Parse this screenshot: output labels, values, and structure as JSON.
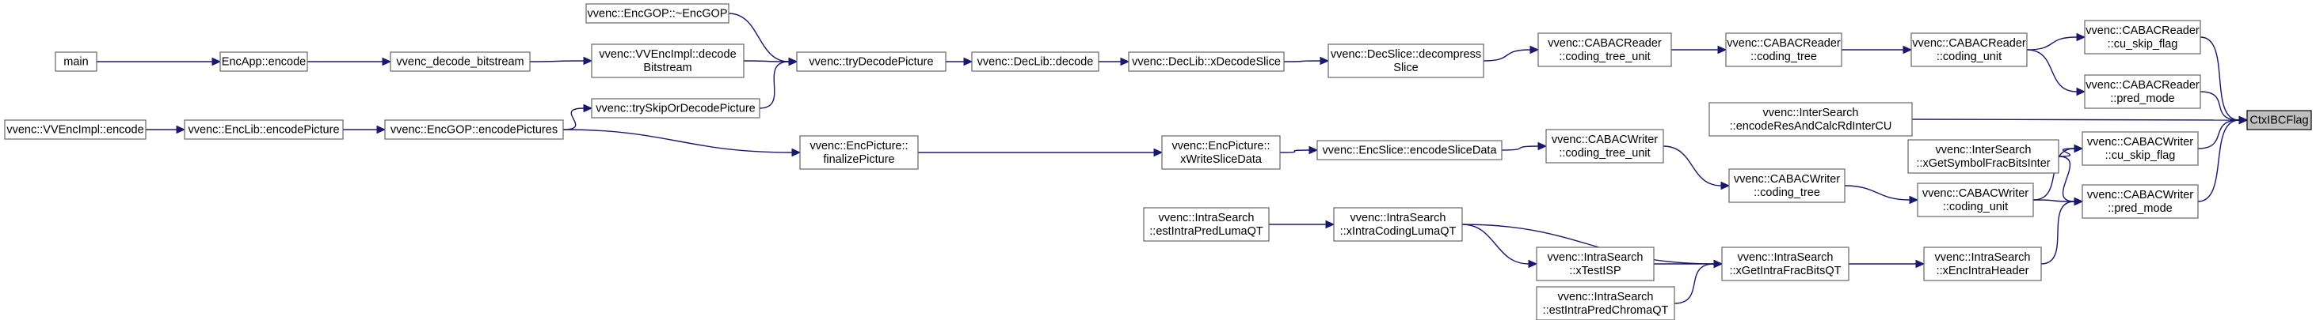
{
  "nodes": [
    {
      "id": "main",
      "lines": [
        "main"
      ]
    },
    {
      "id": "encapp",
      "lines": [
        "EncApp::encode"
      ]
    },
    {
      "id": "decbits",
      "lines": [
        "vvenc_decode_bitstream"
      ]
    },
    {
      "id": "vvenc_decbits",
      "lines": [
        "vvenc::VVEncImpl::decode",
        "Bitstream"
      ]
    },
    {
      "id": "encgop_dtor",
      "lines": [
        "vvenc::EncGOP::~EncGOP"
      ]
    },
    {
      "id": "trydecode",
      "lines": [
        "vvenc::tryDecodePicture"
      ]
    },
    {
      "id": "declib",
      "lines": [
        "vvenc::DecLib::decode"
      ]
    },
    {
      "id": "xdecslice",
      "lines": [
        "vvenc::DecLib::xDecodeSlice"
      ]
    },
    {
      "id": "decompress",
      "lines": [
        "vvenc::DecSlice::decompress",
        "Slice"
      ]
    },
    {
      "id": "rd_ctu",
      "lines": [
        "vvenc::CABACReader",
        "::coding_tree_unit"
      ]
    },
    {
      "id": "rd_ct",
      "lines": [
        "vvenc::CABACReader",
        "::coding_tree"
      ]
    },
    {
      "id": "rd_cu",
      "lines": [
        "vvenc::CABACReader",
        "::coding_unit"
      ]
    },
    {
      "id": "rd_skip",
      "lines": [
        "vvenc::CABACReader",
        "::cu_skip_flag"
      ]
    },
    {
      "id": "rd_pred",
      "lines": [
        "vvenc::CABACReader",
        "::pred_mode"
      ]
    },
    {
      "id": "ctx",
      "lines": [
        "CtxIBCFlag"
      ],
      "highlight": true
    },
    {
      "id": "vvencimpl_encode",
      "lines": [
        "vvenc::VVEncImpl::encode"
      ]
    },
    {
      "id": "enclib",
      "lines": [
        "vvenc::EncLib::encodePicture"
      ]
    },
    {
      "id": "encgop_encpics",
      "lines": [
        "vvenc::EncGOP::encodePictures"
      ]
    },
    {
      "id": "tryskip",
      "lines": [
        "vvenc::trySkipOrDecodePicture"
      ]
    },
    {
      "id": "finalize",
      "lines": [
        "vvenc::EncPicture::",
        "finalizePicture"
      ]
    },
    {
      "id": "xwriteslice",
      "lines": [
        "vvenc::EncPicture::",
        "xWriteSliceData"
      ]
    },
    {
      "id": "encslicedata",
      "lines": [
        "vvenc::EncSlice::encodeSliceData"
      ]
    },
    {
      "id": "wr_ctu",
      "lines": [
        "vvenc::CABACWriter",
        "::coding_tree_unit"
      ]
    },
    {
      "id": "wr_ct",
      "lines": [
        "vvenc::CABACWriter",
        "::coding_tree"
      ]
    },
    {
      "id": "wr_cu",
      "lines": [
        "vvenc::CABACWriter",
        "::coding_unit"
      ]
    },
    {
      "id": "wr_skip",
      "lines": [
        "vvenc::CABACWriter",
        "::cu_skip_flag"
      ]
    },
    {
      "id": "wr_pred",
      "lines": [
        "vvenc::CABACWriter",
        "::pred_mode"
      ]
    },
    {
      "id": "inter_encres",
      "lines": [
        "vvenc::InterSearch",
        "::encodeResAndCalcRdInterCU"
      ]
    },
    {
      "id": "inter_symbits",
      "lines": [
        "vvenc::InterSearch",
        "::xGetSymbolFracBitsInter"
      ]
    },
    {
      "id": "intra_estluma",
      "lines": [
        "vvenc::IntraSearch",
        "::estIntraPredLumaQT"
      ]
    },
    {
      "id": "intra_xcodluma",
      "lines": [
        "vvenc::IntraSearch",
        "::xIntraCodingLumaQT"
      ]
    },
    {
      "id": "intra_xtestisp",
      "lines": [
        "vvenc::IntraSearch",
        "::xTestISP"
      ]
    },
    {
      "id": "intra_estchroma",
      "lines": [
        "vvenc::IntraSearch",
        "::estIntraPredChromaQT"
      ]
    },
    {
      "id": "intra_getfrac",
      "lines": [
        "vvenc::IntraSearch",
        "::xGetIntraFracBitsQT"
      ]
    },
    {
      "id": "intra_header",
      "lines": [
        "vvenc::IntraSearch",
        "::xEncIntraHeader"
      ]
    }
  ],
  "edges": [
    {
      "from": "main",
      "to": "encapp"
    },
    {
      "from": "encapp",
      "to": "decbits"
    },
    {
      "from": "decbits",
      "to": "vvenc_decbits"
    },
    {
      "from": "vvenc_decbits",
      "to": "trydecode"
    },
    {
      "from": "encgop_dtor",
      "to": "trydecode"
    },
    {
      "from": "tryskip",
      "to": "trydecode"
    },
    {
      "from": "trydecode",
      "to": "declib"
    },
    {
      "from": "declib",
      "to": "xdecslice"
    },
    {
      "from": "xdecslice",
      "to": "decompress"
    },
    {
      "from": "decompress",
      "to": "rd_ctu"
    },
    {
      "from": "rd_ctu",
      "to": "rd_ct"
    },
    {
      "from": "rd_ct",
      "to": "rd_cu"
    },
    {
      "from": "rd_cu",
      "to": "rd_skip"
    },
    {
      "from": "rd_cu",
      "to": "rd_pred"
    },
    {
      "from": "rd_skip",
      "to": "ctx"
    },
    {
      "from": "rd_pred",
      "to": "ctx"
    },
    {
      "from": "vvencimpl_encode",
      "to": "enclib"
    },
    {
      "from": "enclib",
      "to": "encgop_encpics"
    },
    {
      "from": "encgop_encpics",
      "to": "tryskip"
    },
    {
      "from": "encgop_encpics",
      "to": "finalize"
    },
    {
      "from": "finalize",
      "to": "xwriteslice"
    },
    {
      "from": "xwriteslice",
      "to": "encslicedata"
    },
    {
      "from": "encslicedata",
      "to": "wr_ctu"
    },
    {
      "from": "wr_ctu",
      "to": "wr_ct"
    },
    {
      "from": "wr_ct",
      "to": "wr_cu"
    },
    {
      "from": "wr_cu",
      "to": "wr_skip"
    },
    {
      "from": "wr_cu",
      "to": "wr_pred"
    },
    {
      "from": "wr_skip",
      "to": "ctx"
    },
    {
      "from": "wr_pred",
      "to": "ctx"
    },
    {
      "from": "inter_encres",
      "to": "ctx"
    },
    {
      "from": "inter_symbits",
      "to": "wr_skip"
    },
    {
      "from": "inter_symbits",
      "to": "wr_pred"
    },
    {
      "from": "intra_estluma",
      "to": "intra_xcodluma"
    },
    {
      "from": "intra_xcodluma",
      "to": "intra_xtestisp"
    },
    {
      "from": "intra_xcodluma",
      "to": "intra_getfrac"
    },
    {
      "from": "intra_xtestisp",
      "to": "intra_getfrac"
    },
    {
      "from": "intra_estchroma",
      "to": "intra_getfrac"
    },
    {
      "from": "intra_getfrac",
      "to": "intra_header"
    },
    {
      "from": "intra_header",
      "to": "wr_pred"
    }
  ]
}
